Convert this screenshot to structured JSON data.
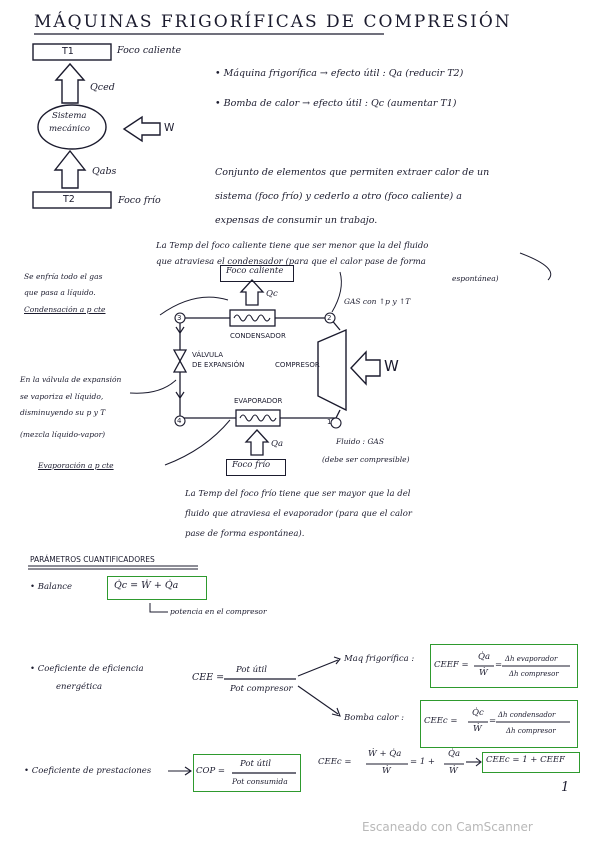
{
  "title": "MÁQUINAS FRIGORÍFICAS DE COMPRESIÓN",
  "top_diagram": {
    "t1": "T1",
    "foco_caliente": "Foco caliente",
    "qced": "Qced",
    "sistema": "Sistema",
    "mecanico": "mecánico",
    "w": "W",
    "qabs": "Qabs",
    "t2": "T2",
    "foco_frio": "Foco frío"
  },
  "bullets": {
    "maquina": "• Máquina frigorífica → efecto útil : Qa (reducir T2)",
    "bomba": "• Bomba de calor → efecto útil : Qc (aumentar T1)"
  },
  "definition": [
    "Conjunto de elementos que permiten extraer calor de un",
    "sistema (foco frío) y cederlo a otro (foco caliente) a",
    "expensas de consumir un trabajo."
  ],
  "temp_note_top": [
    "La Temp del foco caliente tiene que ser menor que la del fluido",
    "que atraviesa el condensador (para que el calor pase de forma",
    "espontánea)"
  ],
  "cycle": {
    "foco_caliente": "Foco caliente",
    "qc": "Qc",
    "condensador": "CONDENSADOR",
    "compresor": "COMPRESOR",
    "w": "W",
    "valvula": "VÁLVULA",
    "de_expansion": "DE EXPANSIÓN",
    "evaporador": "EVAPORADOR",
    "qa": "Qa",
    "foco_frio": "Foco frío",
    "p1": "1",
    "p2": "2",
    "p3": "3",
    "p4": "4",
    "gas_note": "GAS con ↑p y ↑T",
    "fluido_gas": "Fluido : GAS",
    "debe_ser": "(debe ser compresible)"
  },
  "left_notes": {
    "enfria": "Se enfría todo el gas",
    "que_pasa": "que pasa a líquido.",
    "condensacion": "Condensación a p cte",
    "valvula1": "En la válvula de expansión",
    "valvula2": "se vaporiza el líquido,",
    "valvula3": "disminuyendo su p y T",
    "mezcla": "(mezcla líquido-vapor)",
    "evaporacion": "Evaporación a p cte"
  },
  "temp_note_bottom": [
    "La Temp del foco frío tiene que ser mayor que la del",
    "fluido que atraviesa el evaporador (para que el calor",
    "pase de forma espontánea)."
  ],
  "parametros_heading": "PARÁMETROS CUANTIFICADORES",
  "balance": {
    "label": "• Balance",
    "equation": "Q̇c = Ẇ + Q̇a",
    "note": "potencia en el compresor"
  },
  "cee": {
    "label1": "• Coeficiente de eficiencia",
    "label2": "energética",
    "lhs": "CEE =",
    "num": "Pot útil",
    "den": "Pot compresor",
    "maq": "Maq frigorífica :",
    "bomba": "Bomba calor :",
    "ceef_lhs": "CEEF =",
    "ceef_num": "Q̇a",
    "ceef_den": "Ẇ",
    "ceef_eq": "=",
    "ceef_num2": "Δh evaporador",
    "ceef_den2": "Δh compresor",
    "ceec_lhs": "CEEc =",
    "ceec_num": "Q̇c",
    "ceec_den": "Ẇ",
    "ceec_eq": "=",
    "ceec_num2": "Δh condensador",
    "ceec_den2": "Δh compresor"
  },
  "cop": {
    "label": "• Coeficiente de prestaciones",
    "lhs": "COP =",
    "num": "Pot útil",
    "den": "Pot consumida",
    "relation_lhs": "CEEc =",
    "rel_num": "Ẇ + Q̇a",
    "rel_den": "Ẇ",
    "rel_mid": "= 1 +",
    "rel_num2": "Q̇a",
    "rel_den2": "Ẇ",
    "result": "CEEc = 1 + CEEF"
  },
  "page_number": "1",
  "watermark": "Escaneado con CamScanner"
}
